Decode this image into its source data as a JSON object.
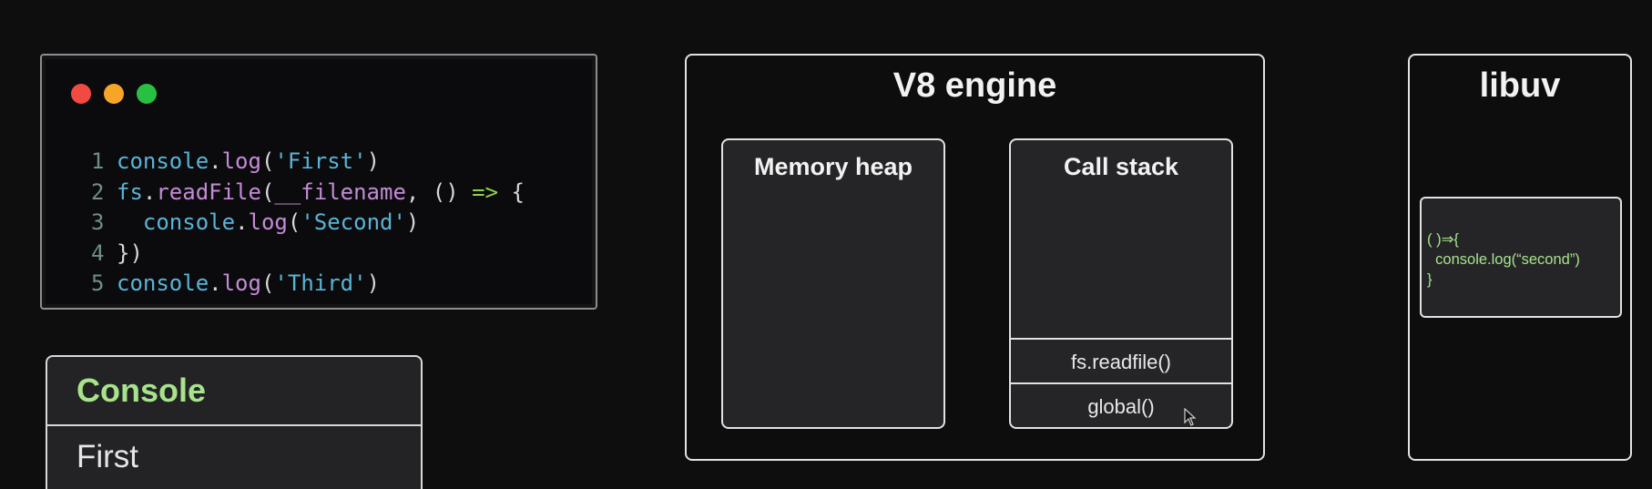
{
  "code_window": {
    "lines": [
      {
        "num": "1",
        "indent": "",
        "tokens": [
          {
            "text": "console",
            "kind": "fn"
          },
          {
            "text": ".",
            "kind": "punc"
          },
          {
            "text": "log",
            "kind": "method"
          },
          {
            "text": "(",
            "kind": "punc"
          },
          {
            "text": "'First'",
            "kind": "str"
          },
          {
            "text": ")",
            "kind": "punc"
          }
        ]
      },
      {
        "num": "2",
        "indent": "",
        "tokens": [
          {
            "text": "fs",
            "kind": "fn"
          },
          {
            "text": ".",
            "kind": "punc"
          },
          {
            "text": "readFile",
            "kind": "method"
          },
          {
            "text": "(",
            "kind": "punc"
          },
          {
            "text": "__filename",
            "kind": "method"
          },
          {
            "text": ", () ",
            "kind": "punc"
          },
          {
            "text": "=>",
            "kind": "arrow"
          },
          {
            "text": " {",
            "kind": "punc"
          }
        ]
      },
      {
        "num": "3",
        "indent": "  ",
        "tokens": [
          {
            "text": "console",
            "kind": "fn"
          },
          {
            "text": ".",
            "kind": "punc"
          },
          {
            "text": "log",
            "kind": "method"
          },
          {
            "text": "(",
            "kind": "punc"
          },
          {
            "text": "'Second'",
            "kind": "str"
          },
          {
            "text": ")",
            "kind": "punc"
          }
        ]
      },
      {
        "num": "4",
        "indent": "",
        "tokens": [
          {
            "text": "})",
            "kind": "punc"
          }
        ]
      },
      {
        "num": "5",
        "indent": "",
        "tokens": [
          {
            "text": "console",
            "kind": "fn"
          },
          {
            "text": ".",
            "kind": "punc"
          },
          {
            "text": "log",
            "kind": "method"
          },
          {
            "text": "(",
            "kind": "punc"
          },
          {
            "text": "'Third'",
            "kind": "str"
          },
          {
            "text": ")",
            "kind": "punc"
          }
        ]
      }
    ]
  },
  "console": {
    "title": "Console",
    "lines": [
      "First"
    ]
  },
  "v8": {
    "title": "V8 engine",
    "memory_heap": {
      "title": "Memory heap"
    },
    "call_stack": {
      "title": "Call stack",
      "frames": [
        "fs.readfile()",
        "global()"
      ]
    }
  },
  "libuv": {
    "title": "libuv",
    "callback": "( )⇒{\n  console.log(“second”)\n}"
  },
  "colors": {
    "background": "#0e0e0f",
    "console_title": "#a6e38a",
    "callback_text": "#a6e38a",
    "traffic_red": "#f24a42",
    "traffic_yellow": "#f5a626",
    "traffic_green": "#29bf42"
  },
  "icons": [
    "window-close-dot",
    "window-minimize-dot",
    "window-maximize-dot",
    "mouse-pointer-icon"
  ]
}
